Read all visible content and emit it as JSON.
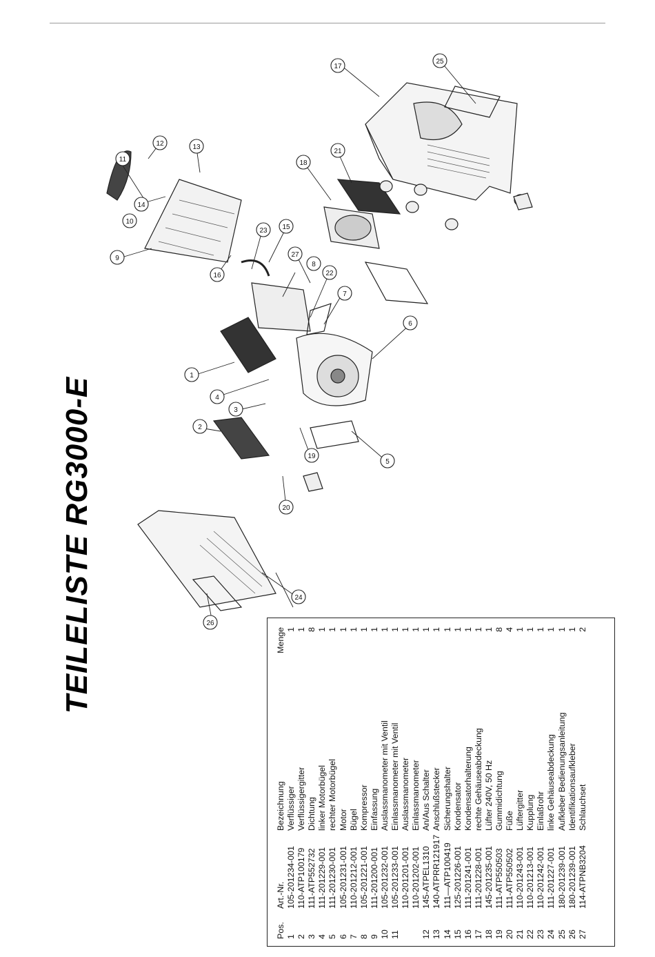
{
  "document": {
    "title": "TEILELISTE RG3000-E"
  },
  "table": {
    "headers": {
      "pos": "Pos.",
      "art_nr": "Art.-Nr.",
      "bezeichnung": "Bezeichnung",
      "menge": "Menge"
    },
    "rows": [
      {
        "pos": "1",
        "art_nr": "105-201234-001",
        "bezeichnung": "Verflüssiger",
        "menge": "1"
      },
      {
        "pos": "2",
        "art_nr": "110-ATP100179",
        "bezeichnung": "Verflüssigergitter",
        "menge": "1"
      },
      {
        "pos": "3",
        "art_nr": "111-ATP552732",
        "bezeichnung": "Dichtung",
        "menge": "8"
      },
      {
        "pos": "4",
        "art_nr": "111-201229-001",
        "bezeichnung": "linker Motorbügel",
        "menge": "1"
      },
      {
        "pos": "5",
        "art_nr": "111-201230-001",
        "bezeichnung": "rechter Motorbügel",
        "menge": "1"
      },
      {
        "pos": "6",
        "art_nr": "105-201231-001",
        "bezeichnung": "Motor",
        "menge": "1"
      },
      {
        "pos": "7",
        "art_nr": "110-201212-001",
        "bezeichnung": "Bügel",
        "menge": "1"
      },
      {
        "pos": "8",
        "art_nr": "105-201221-001",
        "bezeichnung": "Kompressor",
        "menge": "1"
      },
      {
        "pos": "9",
        "art_nr": "111-201200-001",
        "bezeichnung": "Einfassung",
        "menge": "1"
      },
      {
        "pos": "10",
        "art_nr": "105-201232-001",
        "bezeichnung": "Auslassmanometer mit Ventil",
        "menge": "1"
      },
      {
        "pos": "11",
        "art_nr": "105-201233-001",
        "bezeichnung": "Einlassmanometer mit Ventil",
        "menge": "1"
      },
      {
        "pos": "",
        "art_nr": "110-201201-001",
        "bezeichnung": "Auslassmanometer",
        "menge": "1"
      },
      {
        "pos": "",
        "art_nr": "110-201202-001",
        "bezeichnung": "Einlassmanometer",
        "menge": "1"
      },
      {
        "pos": "12",
        "art_nr": "145-ATPEL1310",
        "bezeichnung": "An/Aus Schalter",
        "menge": "1"
      },
      {
        "pos": "13",
        "art_nr": "140-ATPRR121917",
        "bezeichnung": "Anschlußstecker",
        "menge": "1"
      },
      {
        "pos": "14",
        "art_nr": "111—ATP100419",
        "bezeichnung": "Sicherungshalter",
        "menge": "1"
      },
      {
        "pos": "15",
        "art_nr": "125-201226-001",
        "bezeichnung": "Kondensator",
        "menge": "1"
      },
      {
        "pos": "16",
        "art_nr": "111-201241-001",
        "bezeichnung": "Kondensatorhalterung",
        "menge": "1"
      },
      {
        "pos": "17",
        "art_nr": "111-201228-001",
        "bezeichnung": "rechte Gehäuseabdeckung",
        "menge": "1"
      },
      {
        "pos": "18",
        "art_nr": "145-201235-001",
        "bezeichnung": "Lüfter 240V, 50 Hz",
        "menge": "1"
      },
      {
        "pos": "19",
        "art_nr": "111-ATP550503",
        "bezeichnung": "Gummidichtung",
        "menge": "8"
      },
      {
        "pos": "20",
        "art_nr": "111-ATP550502",
        "bezeichnung": "Füße",
        "menge": "4"
      },
      {
        "pos": "21",
        "art_nr": "110-201243-001",
        "bezeichnung": "Lüftergitter",
        "menge": "1"
      },
      {
        "pos": "22",
        "art_nr": "110-201213-001",
        "bezeichnung": "Kupplung",
        "menge": "1"
      },
      {
        "pos": "23",
        "art_nr": "110-201242-001",
        "bezeichnung": "Einlaßrohr",
        "menge": "1"
      },
      {
        "pos": "24",
        "art_nr": "111-201227-001",
        "bezeichnung": "linke Gehäuseabdeckung",
        "menge": "1"
      },
      {
        "pos": "25",
        "art_nr": "180-201239-001",
        "bezeichnung": "Aufkleber Bedienungsanleitung",
        "menge": "1"
      },
      {
        "pos": "26",
        "art_nr": "180-201239-001",
        "bezeichnung": "Identifikationsaufkleber",
        "menge": "1"
      },
      {
        "pos": "27",
        "art_nr": "114-ATPNB3204",
        "bezeichnung": "Schlauchset",
        "menge": "2"
      }
    ]
  },
  "diagram": {
    "callouts": [
      "1",
      "2",
      "3",
      "4",
      "5",
      "6",
      "7",
      "8",
      "9",
      "10",
      "11",
      "12",
      "13",
      "14",
      "15",
      "16",
      "17",
      "18",
      "19",
      "20",
      "21",
      "22",
      "23",
      "24",
      "25",
      "26",
      "27"
    ]
  }
}
